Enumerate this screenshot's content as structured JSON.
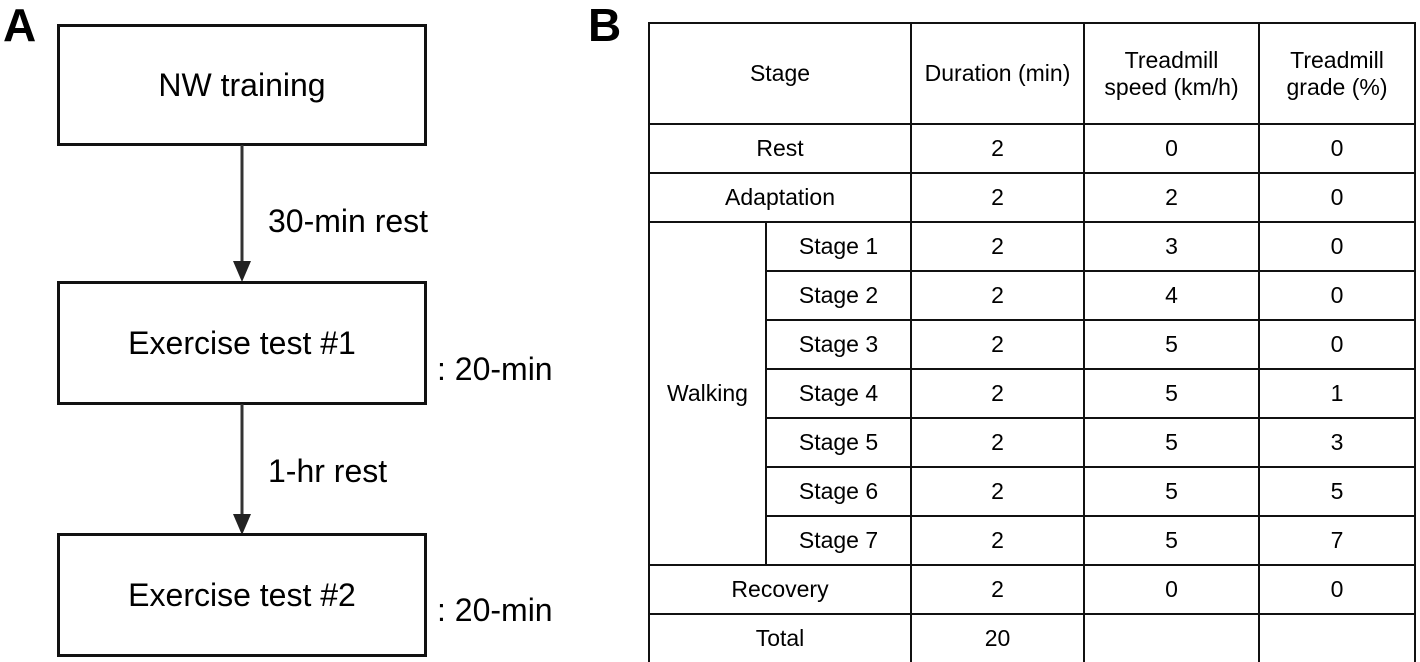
{
  "panels": {
    "a": {
      "letter": "A",
      "boxes": [
        {
          "label": "NW training"
        },
        {
          "label": "Exercise test #1"
        },
        {
          "label": "Exercise test #2"
        }
      ],
      "arrow_labels": [
        {
          "label": "30-min rest"
        },
        {
          "label": "1-hr rest"
        }
      ],
      "side_notes": [
        {
          "label": ": 20-min"
        },
        {
          "label": ": 20-min"
        }
      ]
    },
    "b": {
      "letter": "B",
      "table": {
        "headers": {
          "stage": "Stage",
          "duration": "Duration (min)",
          "speed_line1": "Treadmill",
          "speed_line2": "speed (km/h)",
          "grade_line1": "Treadmill",
          "grade_line2": "grade (%)"
        },
        "group_label": "Walking",
        "rows": [
          {
            "stage": "Rest",
            "sub": "",
            "duration": "2",
            "speed": "0",
            "grade": "0"
          },
          {
            "stage": "Adaptation",
            "sub": "",
            "duration": "2",
            "speed": "2",
            "grade": "0"
          },
          {
            "stage": "Walking",
            "sub": "Stage 1",
            "duration": "2",
            "speed": "3",
            "grade": "0"
          },
          {
            "stage": "Walking",
            "sub": "Stage 2",
            "duration": "2",
            "speed": "4",
            "grade": "0"
          },
          {
            "stage": "Walking",
            "sub": "Stage 3",
            "duration": "2",
            "speed": "5",
            "grade": "0"
          },
          {
            "stage": "Walking",
            "sub": "Stage 4",
            "duration": "2",
            "speed": "5",
            "grade": "1"
          },
          {
            "stage": "Walking",
            "sub": "Stage 5",
            "duration": "2",
            "speed": "5",
            "grade": "3"
          },
          {
            "stage": "Walking",
            "sub": "Stage 6",
            "duration": "2",
            "speed": "5",
            "grade": "5"
          },
          {
            "stage": "Walking",
            "sub": "Stage 7",
            "duration": "2",
            "speed": "5",
            "grade": "7"
          },
          {
            "stage": "Recovery",
            "sub": "",
            "duration": "2",
            "speed": "0",
            "grade": "0"
          },
          {
            "stage": "Total",
            "sub": "",
            "duration": "20",
            "speed": "",
            "grade": ""
          }
        ]
      }
    }
  },
  "colors": {
    "line": "#111111",
    "background": "#ffffff",
    "text": "#000000"
  }
}
